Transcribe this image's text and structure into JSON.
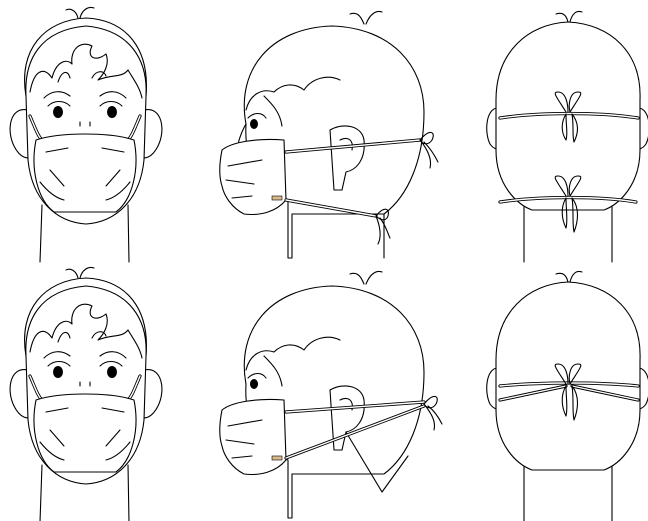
{
  "figure": {
    "rows": [
      {
        "views": [
          "front",
          "side",
          "back"
        ],
        "tie_style": "two-ties"
      },
      {
        "views": [
          "front",
          "side",
          "back"
        ],
        "tie_style": "crossed-ties"
      }
    ]
  },
  "colors": {
    "line": "#000000",
    "background": "#ffffff",
    "tab": "#d9b88a"
  }
}
